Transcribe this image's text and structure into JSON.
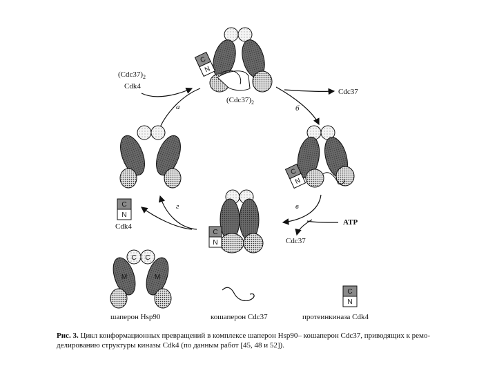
{
  "colors": {
    "dark": "#6f6f6f",
    "stipple": "#bdbdbd",
    "box_c": "#8a8a8a",
    "line": "#111111"
  },
  "labels": {
    "cdc37_dimer_l1": "(Cdc37)",
    "cdc37_dimer_sub": "2",
    "cdk4": "Cdk4",
    "under_top": "(Cdc37)",
    "under_top_sub": "2",
    "step_a": "а",
    "step_b": "б",
    "step_v": "в",
    "step_g": "г",
    "cdc37_out_top": "Cdc37",
    "atp": "ATP",
    "cdc37_out_bottom": "Cdc37",
    "cdk4_release": "Cdk4",
    "box_c": "C",
    "box_n": "N",
    "hsp_c": "C",
    "hsp_m": "M"
  },
  "legend": {
    "hsp90": "шаперон Hsp90",
    "cdc37": "кошаперон Cdc37",
    "cdk4": "протеинкиназа Cdk4"
  },
  "caption": {
    "prefix": "Рис. 3.",
    "text": "Цикл конформационных превращений в комплексе шаперон Hsp90– кошаперон Cdc37, приводящих к ремо-делированию структуры киназы Cdk4 (по данным работ [45, 48 и 52])."
  }
}
